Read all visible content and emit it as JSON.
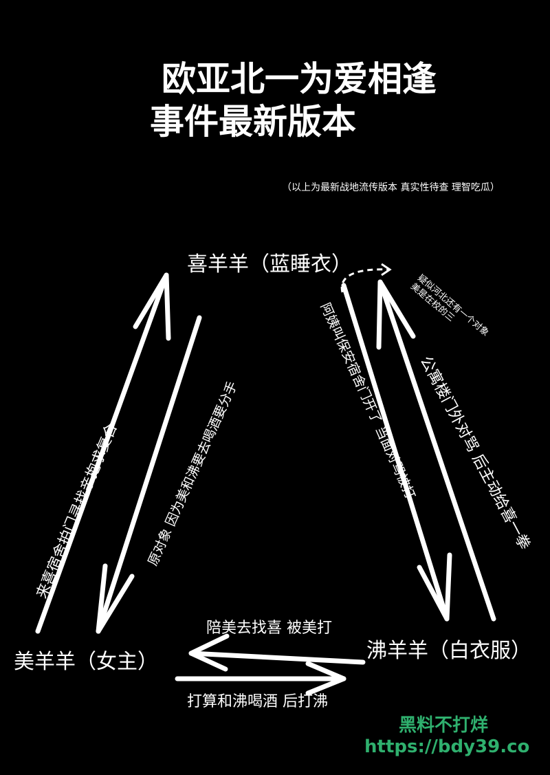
{
  "title": {
    "line1": "欧亚北一为爱相逢",
    "line2": "事件最新版本"
  },
  "subnote": "（以上为最新战地流传版本 真实性待查 理智吃瓜）",
  "nodes": {
    "top": "喜羊羊（蓝睡衣）",
    "left": "美羊羊（女主）",
    "right": "沸羊羊（白衣服）"
  },
  "edges": {
    "left_up": "来喜宿舍拍门寻找亲抱求复合",
    "left_down": "原对象 因为美和沸要去喝酒要分手",
    "right_down": "阿姨叫保安宿舍门开了 当面对骂被打",
    "right_up": "公寓楼门外对骂 后主动给喜一拳",
    "right_note_1": "疑似河北还有一个对象",
    "right_note_2": "美是在校的三",
    "bottom_to_left": "陪美去找喜 被美打",
    "bottom_to_right": "打算和沸喝酒 后打沸"
  },
  "watermark": {
    "line1": "黑料不打烊",
    "line2": "https://bdy39.co"
  },
  "colors": {
    "background": "#000000",
    "foreground": "#ffffff",
    "watermark": "#2fb06e"
  }
}
